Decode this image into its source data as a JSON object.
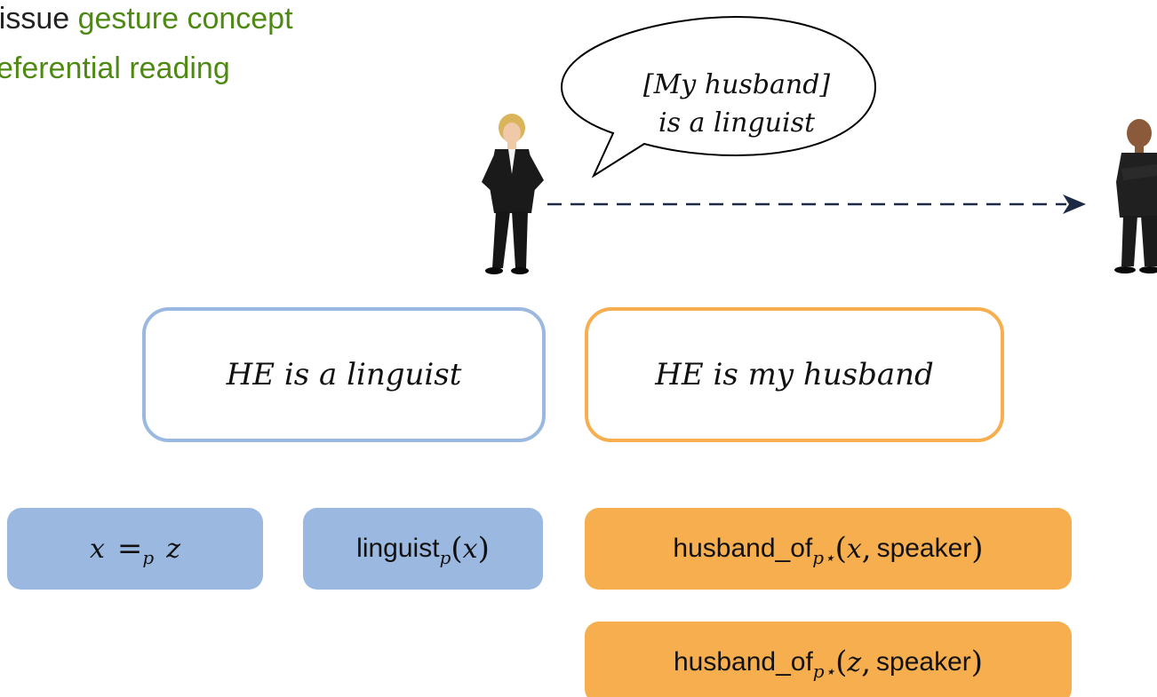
{
  "bullets": [
    {
      "dark": "t-issue",
      "green": " gesture concept"
    },
    {
      "dark": "",
      "green": "eferential reading"
    }
  ],
  "speech_bubble": {
    "line1": "[My husband]",
    "line2": "is a linguist"
  },
  "frames": {
    "linguist": "HE is a linguist",
    "husband": "HE is my husband"
  },
  "formulas": {
    "equality": {
      "left": "x",
      "op": "=",
      "sub": "p",
      "right": "z"
    },
    "linguist": {
      "pred": "linguist",
      "sub": "p",
      "arg": "x"
    },
    "husband_x": {
      "pred": "husband_of",
      "sub": "p⋆",
      "arg1": "x",
      "arg2": "speaker"
    },
    "husband_z": {
      "pred": "husband_of",
      "sub": "p⋆",
      "arg1": "z",
      "arg2": "speaker"
    }
  },
  "colors": {
    "green_text": "#4e8a12",
    "blue": "#9bb8e0",
    "orange": "#f7ae4e",
    "arrow": "#1c2a44"
  }
}
